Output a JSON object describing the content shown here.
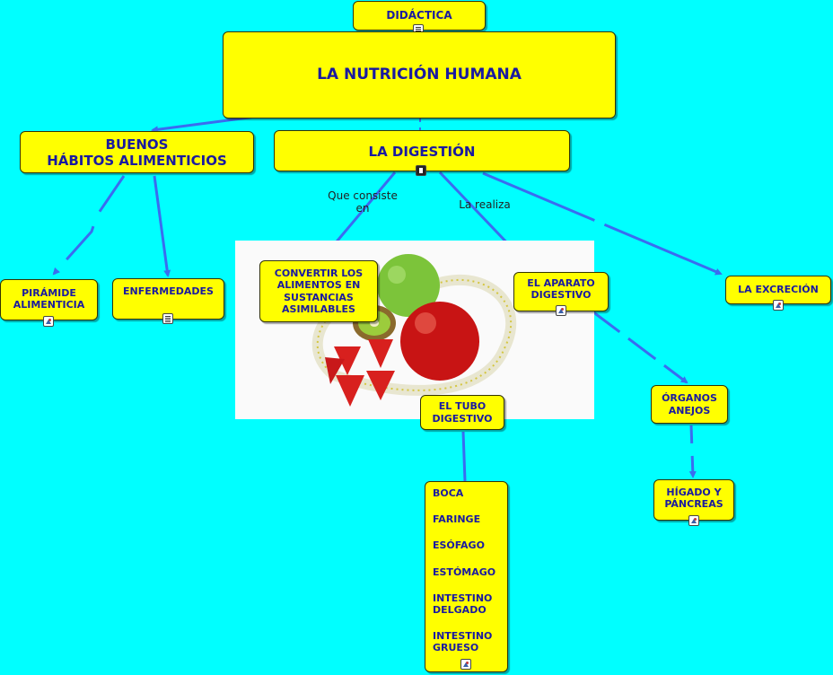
{
  "nodes": {
    "didactica": "DIDÁCTICA",
    "nutricion": "LA NUTRICIÓN HUMANA",
    "habitos": "BUENOS\nHÁBITOS ALIMENTICIOS",
    "digestion": "LA DIGESTIÓN",
    "piramide": "PIRÁMIDE\nALIMENTICIA",
    "enfermedades": "ENFERMEDADES",
    "convertir": "CONVERTIR LOS\nALIMENTOS EN\nSUSTANCIAS\nASIMILABLES",
    "aparato": "EL APARATO\nDIGESTIVO",
    "excrecion": "LA EXCRECIÓN",
    "tubo": "EL TUBO\nDIGESTIVO",
    "organos": "ÓRGANOS\nANEJOS",
    "higado": "HÍGADO Y\nPÁNCREAS",
    "partes": [
      "BOCA",
      "FARINGE",
      "ESÓFAGO",
      "ESTÓMAGO",
      "INTESTINO\nDELGADO",
      "INTESTINO\nGRUESO"
    ]
  },
  "link_labels": {
    "consiste": "Que consiste\nen",
    "realiza": "La realiza"
  },
  "icons": {
    "didactica": "document-icon",
    "digestion": "film-icon",
    "piramide": "image-icon",
    "enfermedades": "document-icon",
    "aparato": "image-icon",
    "excrecion": "image-icon",
    "higado": "image-icon",
    "partes": "image-icon"
  },
  "colors": {
    "background": "#00ffff",
    "node_fill": "#ffff00",
    "node_text": "#1a1aa0",
    "link": "#3a6cf0"
  }
}
